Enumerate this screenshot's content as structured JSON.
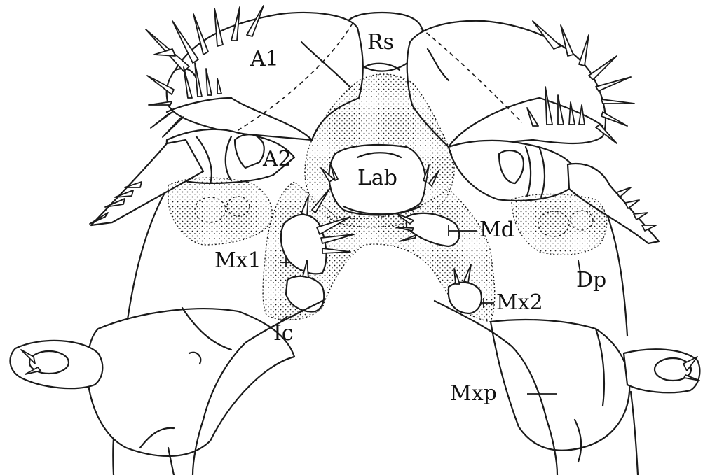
{
  "figure": {
    "labels": {
      "a1": "A1",
      "rs": "Rs",
      "a2": "A2",
      "lab": "Lab",
      "md": "Md",
      "mx1": "Mx1",
      "dp": "Dp",
      "mx2": "Mx2",
      "ic": "Ic",
      "mxp": "Mxp"
    },
    "ink_color": "#1a1a1a",
    "background_color": "#ffffff"
  }
}
